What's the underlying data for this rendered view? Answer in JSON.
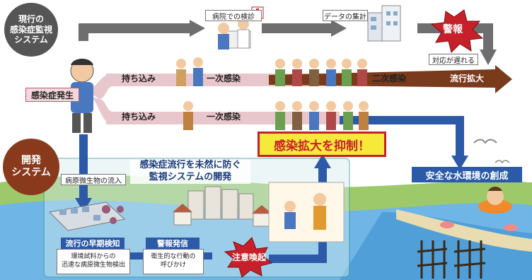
{
  "labels": {
    "current_system": "現行の\n感染症監視\nシステム",
    "dev_system": "開発\nシステム",
    "hospital_exam": "病院での検診",
    "data_collect": "データの集計",
    "alert": "警報",
    "delayed": "対応が遅れる",
    "infection_outbreak": "感染症発生",
    "top_bring_in": "持ち込み",
    "top_primary": "一次感染",
    "top_secondary": "二次感染",
    "top_spread": "流行拡大",
    "mid_bring_in": "持ち込み",
    "mid_primary": "一次感染",
    "suppress": "感染拡大を抑制！",
    "safe_water": "安全な水環境の創成",
    "pathogen_inflow": "病原微生物の流入",
    "dev_title": "感染症流行を未然に防ぐ\n監視システムの開発",
    "early_detect": "流行の早期検知",
    "early_detect_desc": "環境試料からの\n迅速な病原微生物検出",
    "alert_issue": "警報発信",
    "alert_issue_desc": "衛生的な行動の\n呼びかけ",
    "caution": "注意喚起"
  },
  "colors": {
    "gray_flow": "#6e6e6e",
    "pink_band": "#e8c7cc",
    "brown_arrow": "#7a3a1c",
    "blue_flow": "#2c5aa8",
    "alert_red": "#c8202a",
    "yellow": "#f5e93a",
    "land_green": "#9dc96b",
    "water_blue": "#6fb6e6"
  },
  "icons": [
    "hospital-icon",
    "building-icon",
    "person-icon",
    "water-plant-icon",
    "town-icon",
    "burst-icon"
  ]
}
